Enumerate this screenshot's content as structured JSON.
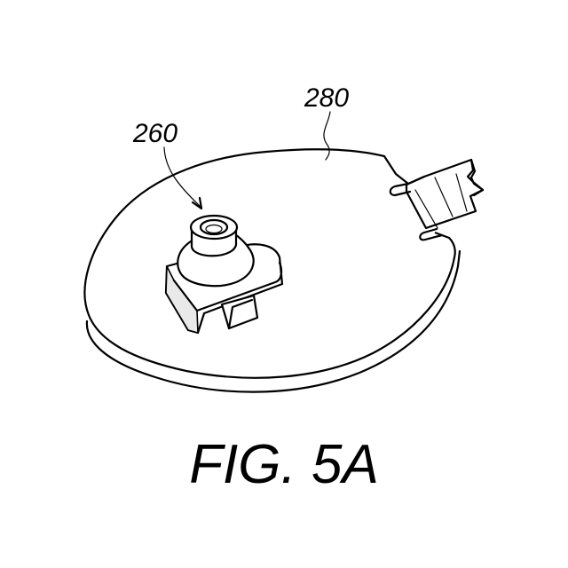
{
  "figure": {
    "caption": "FIG. 5A",
    "reference_numerals": {
      "connector": "260",
      "disc": "280"
    }
  }
}
